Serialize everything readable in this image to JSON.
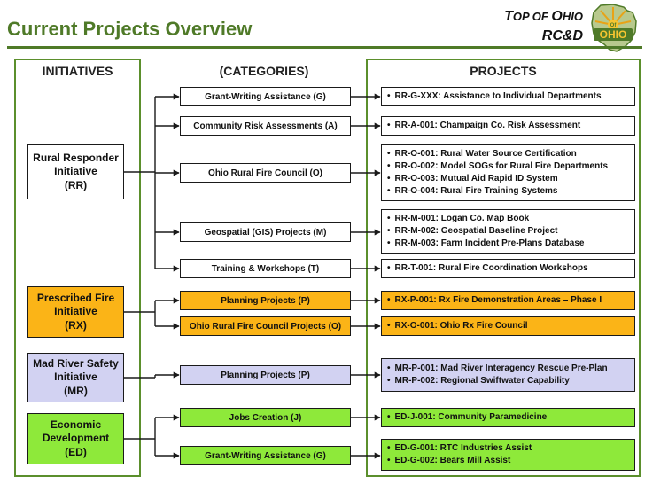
{
  "header": {
    "title": "Current Projects Overview",
    "brand_top_t": "T",
    "brand_top_mid": "OP OF ",
    "brand_top_o": "O",
    "brand_top_end": "HIO",
    "brand_bottom": "RC&D",
    "logo_text": "OHIO",
    "logo_small": "Of"
  },
  "columns": {
    "initiatives": "INITIATIVES",
    "categories": "(CATEGORIES)",
    "projects": "PROJECTS"
  },
  "colors": {
    "green_brand": "#4f7a28",
    "white": "#ffffff",
    "orange": "#fbb417",
    "lavender": "#d2d2f2",
    "green": "#8ee93a"
  },
  "initiatives": [
    {
      "label": "Rural Responder\nInitiative\n(RR)",
      "color": "white"
    },
    {
      "label": "Prescribed Fire\nInitiative\n(RX)",
      "color": "orange"
    },
    {
      "label": "Mad River Safety\nInitiative\n(MR)",
      "color": "lavender"
    },
    {
      "label": "Economic\nDevelopment\n(ED)",
      "color": "green"
    }
  ],
  "rows": [
    {
      "category": "Grant-Writing Assistance (G)",
      "color": "white",
      "projects": [
        "RR-G-XXX: Assistance to Individual Departments"
      ]
    },
    {
      "category": "Community Risk Assessments (A)",
      "color": "white",
      "projects": [
        "RR-A-001: Champaign Co. Risk Assessment"
      ]
    },
    {
      "category": "Ohio Rural Fire Council (O)",
      "color": "white",
      "projects": [
        "RR-O-001: Rural Water Source Certification",
        "RR-O-002: Model SOGs for Rural Fire Departments",
        "RR-O-003: Mutual Aid Rapid ID System",
        "RR-O-004: Rural Fire Training Systems"
      ]
    },
    {
      "category": "Geospatial (GIS) Projects (M)",
      "color": "white",
      "projects": [
        "RR-M-001: Logan Co. Map Book",
        "RR-M-002: Geospatial Baseline Project",
        "RR-M-003: Farm Incident Pre-Plans Database"
      ]
    },
    {
      "category": "Training & Workshops (T)",
      "color": "white",
      "projects": [
        "RR-T-001: Rural Fire Coordination Workshops"
      ]
    },
    {
      "category": "Planning Projects (P)",
      "color": "orange",
      "projects": [
        "RX-P-001: Rx Fire Demonstration Areas – Phase I"
      ]
    },
    {
      "category": "Ohio Rural Fire Council Projects (O)",
      "color": "orange",
      "projects": [
        "RX-O-001: Ohio Rx Fire Council"
      ]
    },
    {
      "category": "Planning Projects (P)",
      "color": "lavender",
      "projects": [
        "MR-P-001: Mad River Interagency Rescue Pre-Plan",
        "MR-P-002: Regional Swiftwater Capability"
      ]
    },
    {
      "category": "Jobs Creation (J)",
      "color": "green",
      "projects": [
        "ED-J-001: Community Paramedicine"
      ]
    },
    {
      "category": "Grant-Writing Assistance (G)",
      "color": "green",
      "projects": [
        "ED-G-001: RTC Industries Assist",
        "ED-G-002: Bears Mill Assist"
      ]
    }
  ]
}
